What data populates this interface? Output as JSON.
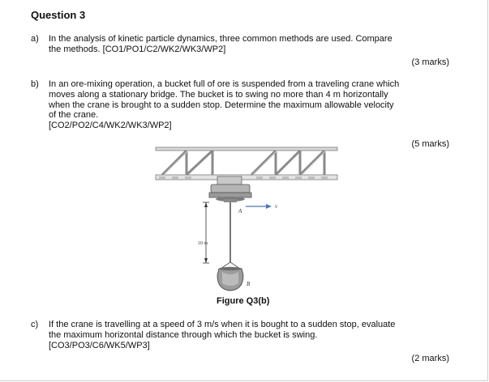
{
  "question": {
    "title": "Question 3"
  },
  "parts": [
    {
      "label": "a)",
      "lines": [
        "In the analysis of kinetic particle dynamics, three common methods are used. Compare",
        "the methods.  [CO1/PO1/C2/WK2/WK3/WP2]"
      ],
      "marks": "(3 marks)"
    },
    {
      "label": "b)",
      "lines": [
        "In an ore-mixing operation, a bucket full of ore is suspended from a traveling crane which",
        "moves along a stationary bridge. The bucket is to swing no more than 4 m horizontally",
        "when the crane is brought to a sudden stop. Determine the maximum allowable velocity",
        "of the crane.",
        "[CO2/PO2/C4/WK2/WK3/WP2]"
      ],
      "marks": "(5 marks)"
    },
    {
      "label": "c)",
      "lines": [
        "If the crane is travelling at a speed of 3 m/s when it is bought to a sudden stop, evaluate",
        "the maximum horizontal distance through which the bucket is swing.",
        "[CO3/PO3/C6/WK5/WP3]"
      ],
      "marks": "(2 marks)"
    }
  ],
  "figure": {
    "caption": "Figure Q3(b)",
    "label_a": "A",
    "label_v": "v",
    "label_length": "10 m",
    "label_b": "B"
  },
  "colors": {
    "text": "#111111",
    "steel_light": "#d9d9d9",
    "steel_mid": "#a8a8a8",
    "steel_dark": "#555555",
    "accent_blue": "#4a78b0"
  }
}
